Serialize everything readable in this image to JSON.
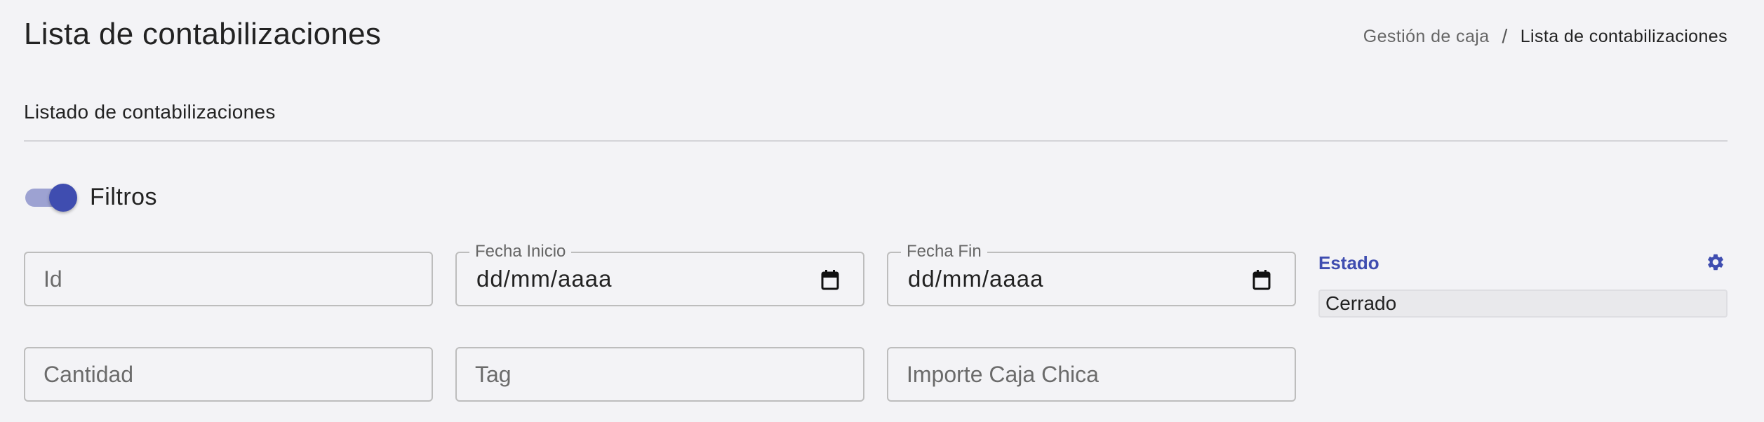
{
  "header": {
    "title": "Lista de contabilizaciones",
    "breadcrumb": {
      "parent": "Gestión de caja",
      "separator": "/",
      "current": "Lista de contabilizaciones"
    }
  },
  "section": {
    "title": "Listado de contabilizaciones"
  },
  "filters": {
    "toggle_label": "Filtros",
    "toggle_on": true,
    "fields": {
      "id": {
        "placeholder": "Id",
        "value": ""
      },
      "fecha_inicio": {
        "label": "Fecha Inicio",
        "value": "dd/mm/aaaa"
      },
      "fecha_fin": {
        "label": "Fecha Fin",
        "value": "dd/mm/aaaa"
      },
      "cantidad": {
        "placeholder": "Cantidad",
        "value": ""
      },
      "tag": {
        "placeholder": "Tag",
        "value": ""
      },
      "importe_caja_chica": {
        "placeholder": "Importe Caja Chica",
        "value": ""
      }
    },
    "estado": {
      "label": "Estado",
      "selected": "Cerrado",
      "settings_icon": "gear-icon"
    }
  },
  "colors": {
    "accent": "#3f4db0",
    "accent_light": "#9da2d2",
    "background": "#f3f3f6",
    "border": "#bdbdbd"
  }
}
